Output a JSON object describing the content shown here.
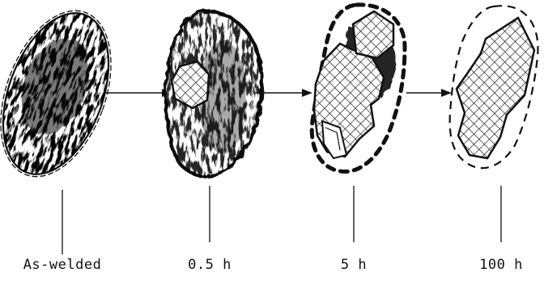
{
  "figure": {
    "stages": [
      {
        "id": "as-welded",
        "label": "As-welded"
      },
      {
        "id": "0-5h",
        "label": "0.5 h"
      },
      {
        "id": "5h",
        "label": "5 h"
      },
      {
        "id": "100h",
        "label": "100 h"
      }
    ],
    "ink_color": "#111111",
    "background_color": "#ffffff"
  }
}
